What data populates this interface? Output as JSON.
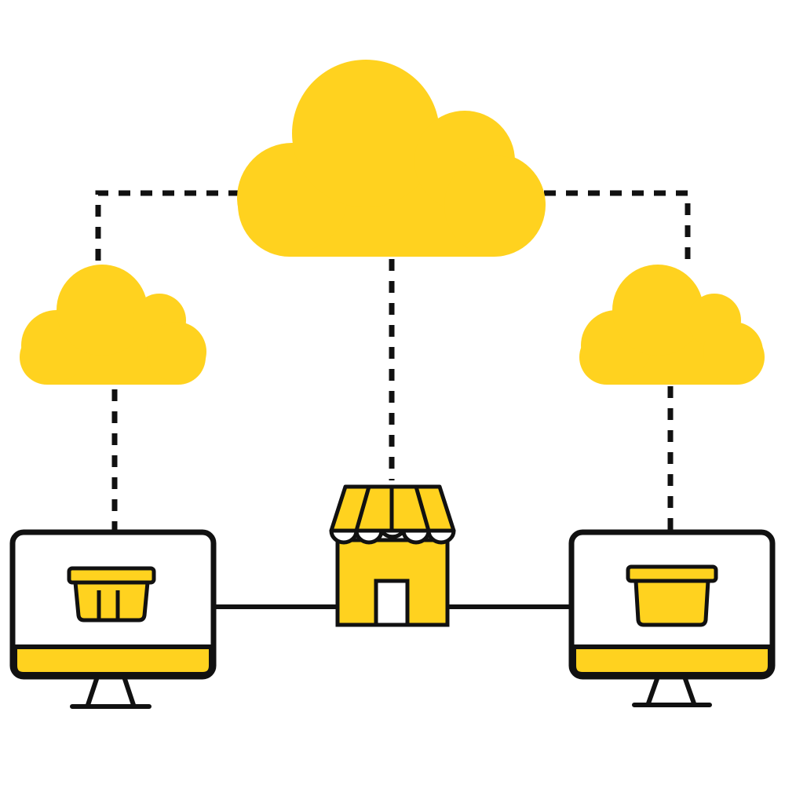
{
  "colors": {
    "accent": "#FFD21F",
    "ink": "#111111",
    "background": "#FFFFFF",
    "screen": "#FFFFFF"
  },
  "nodes": {
    "main_cloud": {
      "icon": "cloud-icon"
    },
    "left_cloud": {
      "icon": "cloud-icon"
    },
    "right_cloud": {
      "icon": "cloud-icon"
    },
    "store": {
      "icon": "storefront-icon"
    },
    "left_monitor": {
      "icon": "monitor-icon",
      "content_icon": "shopping-basket-icon"
    },
    "right_monitor": {
      "icon": "monitor-icon",
      "content_icon": "shopping-basket-icon"
    }
  },
  "connections": [
    {
      "from": "main_cloud",
      "to": "left_cloud",
      "style": "dashed"
    },
    {
      "from": "main_cloud",
      "to": "right_cloud",
      "style": "dashed"
    },
    {
      "from": "main_cloud",
      "to": "store",
      "style": "dashed"
    },
    {
      "from": "left_cloud",
      "to": "left_monitor",
      "style": "dashed"
    },
    {
      "from": "right_cloud",
      "to": "right_monitor",
      "style": "dashed"
    },
    {
      "from": "left_monitor",
      "to": "store",
      "style": "solid"
    },
    {
      "from": "store",
      "to": "right_monitor",
      "style": "solid"
    }
  ]
}
